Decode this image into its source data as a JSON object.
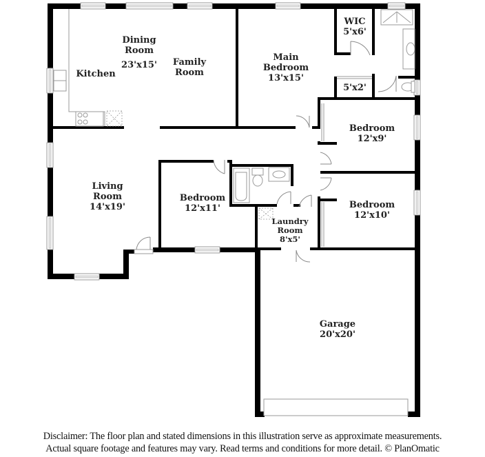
{
  "floorplan": {
    "rooms": {
      "kitchen": {
        "name": "Kitchen",
        "dims": ""
      },
      "dining": {
        "name_line1": "Dining",
        "name_line2": "Room",
        "dims": "23'x15'"
      },
      "family": {
        "name_line1": "Family",
        "name_line2": "Room"
      },
      "main_bedroom": {
        "name_line1": "Main",
        "name_line2": "Bedroom",
        "dims": "13'x15'"
      },
      "wic": {
        "name": "WIC",
        "dims": "5'x6'"
      },
      "closet": {
        "dims": "5'x2'"
      },
      "bedroom_2": {
        "name": "Bedroom",
        "dims": "12'x9'"
      },
      "bedroom_3": {
        "name": "Bedroom",
        "dims": "12'x10'"
      },
      "living": {
        "name_line1": "Living",
        "name_line2": "Room",
        "dims": "14'x19'"
      },
      "bedroom_4": {
        "name": "Bedroom",
        "dims": "12'x11'"
      },
      "laundry": {
        "name_line1": "Laundry",
        "name_line2": "Room",
        "dims": "8'x5'"
      },
      "garage": {
        "name": "Garage",
        "dims": "20'x20'"
      }
    },
    "colors": {
      "wall": "#000000",
      "fixture_line": "#9a9a9a",
      "window_fill": "#e6e6e6",
      "background": "#ffffff"
    }
  },
  "disclaimer": {
    "line1": "Disclaimer: The floor plan and stated dimensions in this illustration serve as approximate measurements.",
    "line2": "Actual square footage and features may vary. Read terms and conditions for more detail. © PlanOmatic"
  }
}
